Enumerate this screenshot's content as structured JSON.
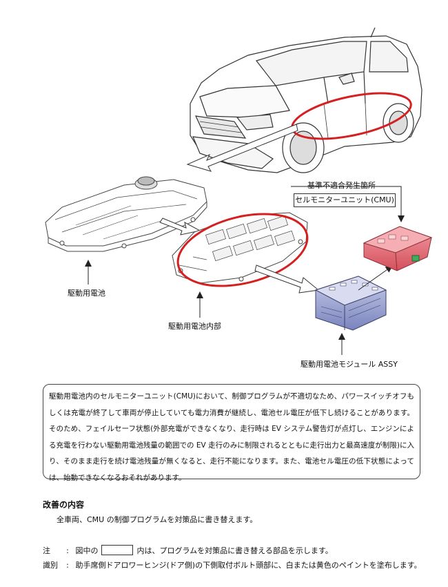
{
  "diagram": {
    "nonconforming_location_label": "基準不適合発生箇所",
    "cmu_box_label": "セルモニターユニット(CMU)",
    "labels": {
      "battery": "駆動用電池",
      "battery_inside": "駆動用電池内部",
      "battery_module": "駆動用電池モジュール ASSY"
    },
    "colors": {
      "highlight": "#d42020",
      "cmu_board": "#e8707a",
      "module": "#8a94c8"
    }
  },
  "description": "駆動用電池内のセルモニターユニット(CMU)において、制御プログラムが不適切なため、パワースイッチオフもしくは充電が終了して車両が停止していても電力消費が継続し、電池セル電圧が低下し続けることがあります。そのため、フェイルセーフ状態(外部充電ができなくなり、走行時は EV システム警告灯が点灯し、エンジンによる充電を行わない駆動用電池残量の範囲での EV 走行のみに制限されるとともに走行出力と最高速度が制限)に入り、そのまま走行を続け電池残量が無くなると、走行不能になります。また、電池セル電圧の低下状態によっては、始動できなくなるおそれがあります。",
  "improvement": {
    "heading": "改善の内容",
    "text": "全車両、CMU の制御プログラムを対策品に書き替えます。"
  },
  "notes": {
    "note_key": "注",
    "note_colon": ":",
    "note_before": "図中の",
    "note_after": "内は、プログラムを対策品に書き替える部品を示します。",
    "id_key": "識別",
    "id_colon": ":",
    "id_text": "助手席側ドアロワーヒンジ(ドア側)の下側取付ボルト頭部に、白または黄色のペイントを塗布します。"
  }
}
